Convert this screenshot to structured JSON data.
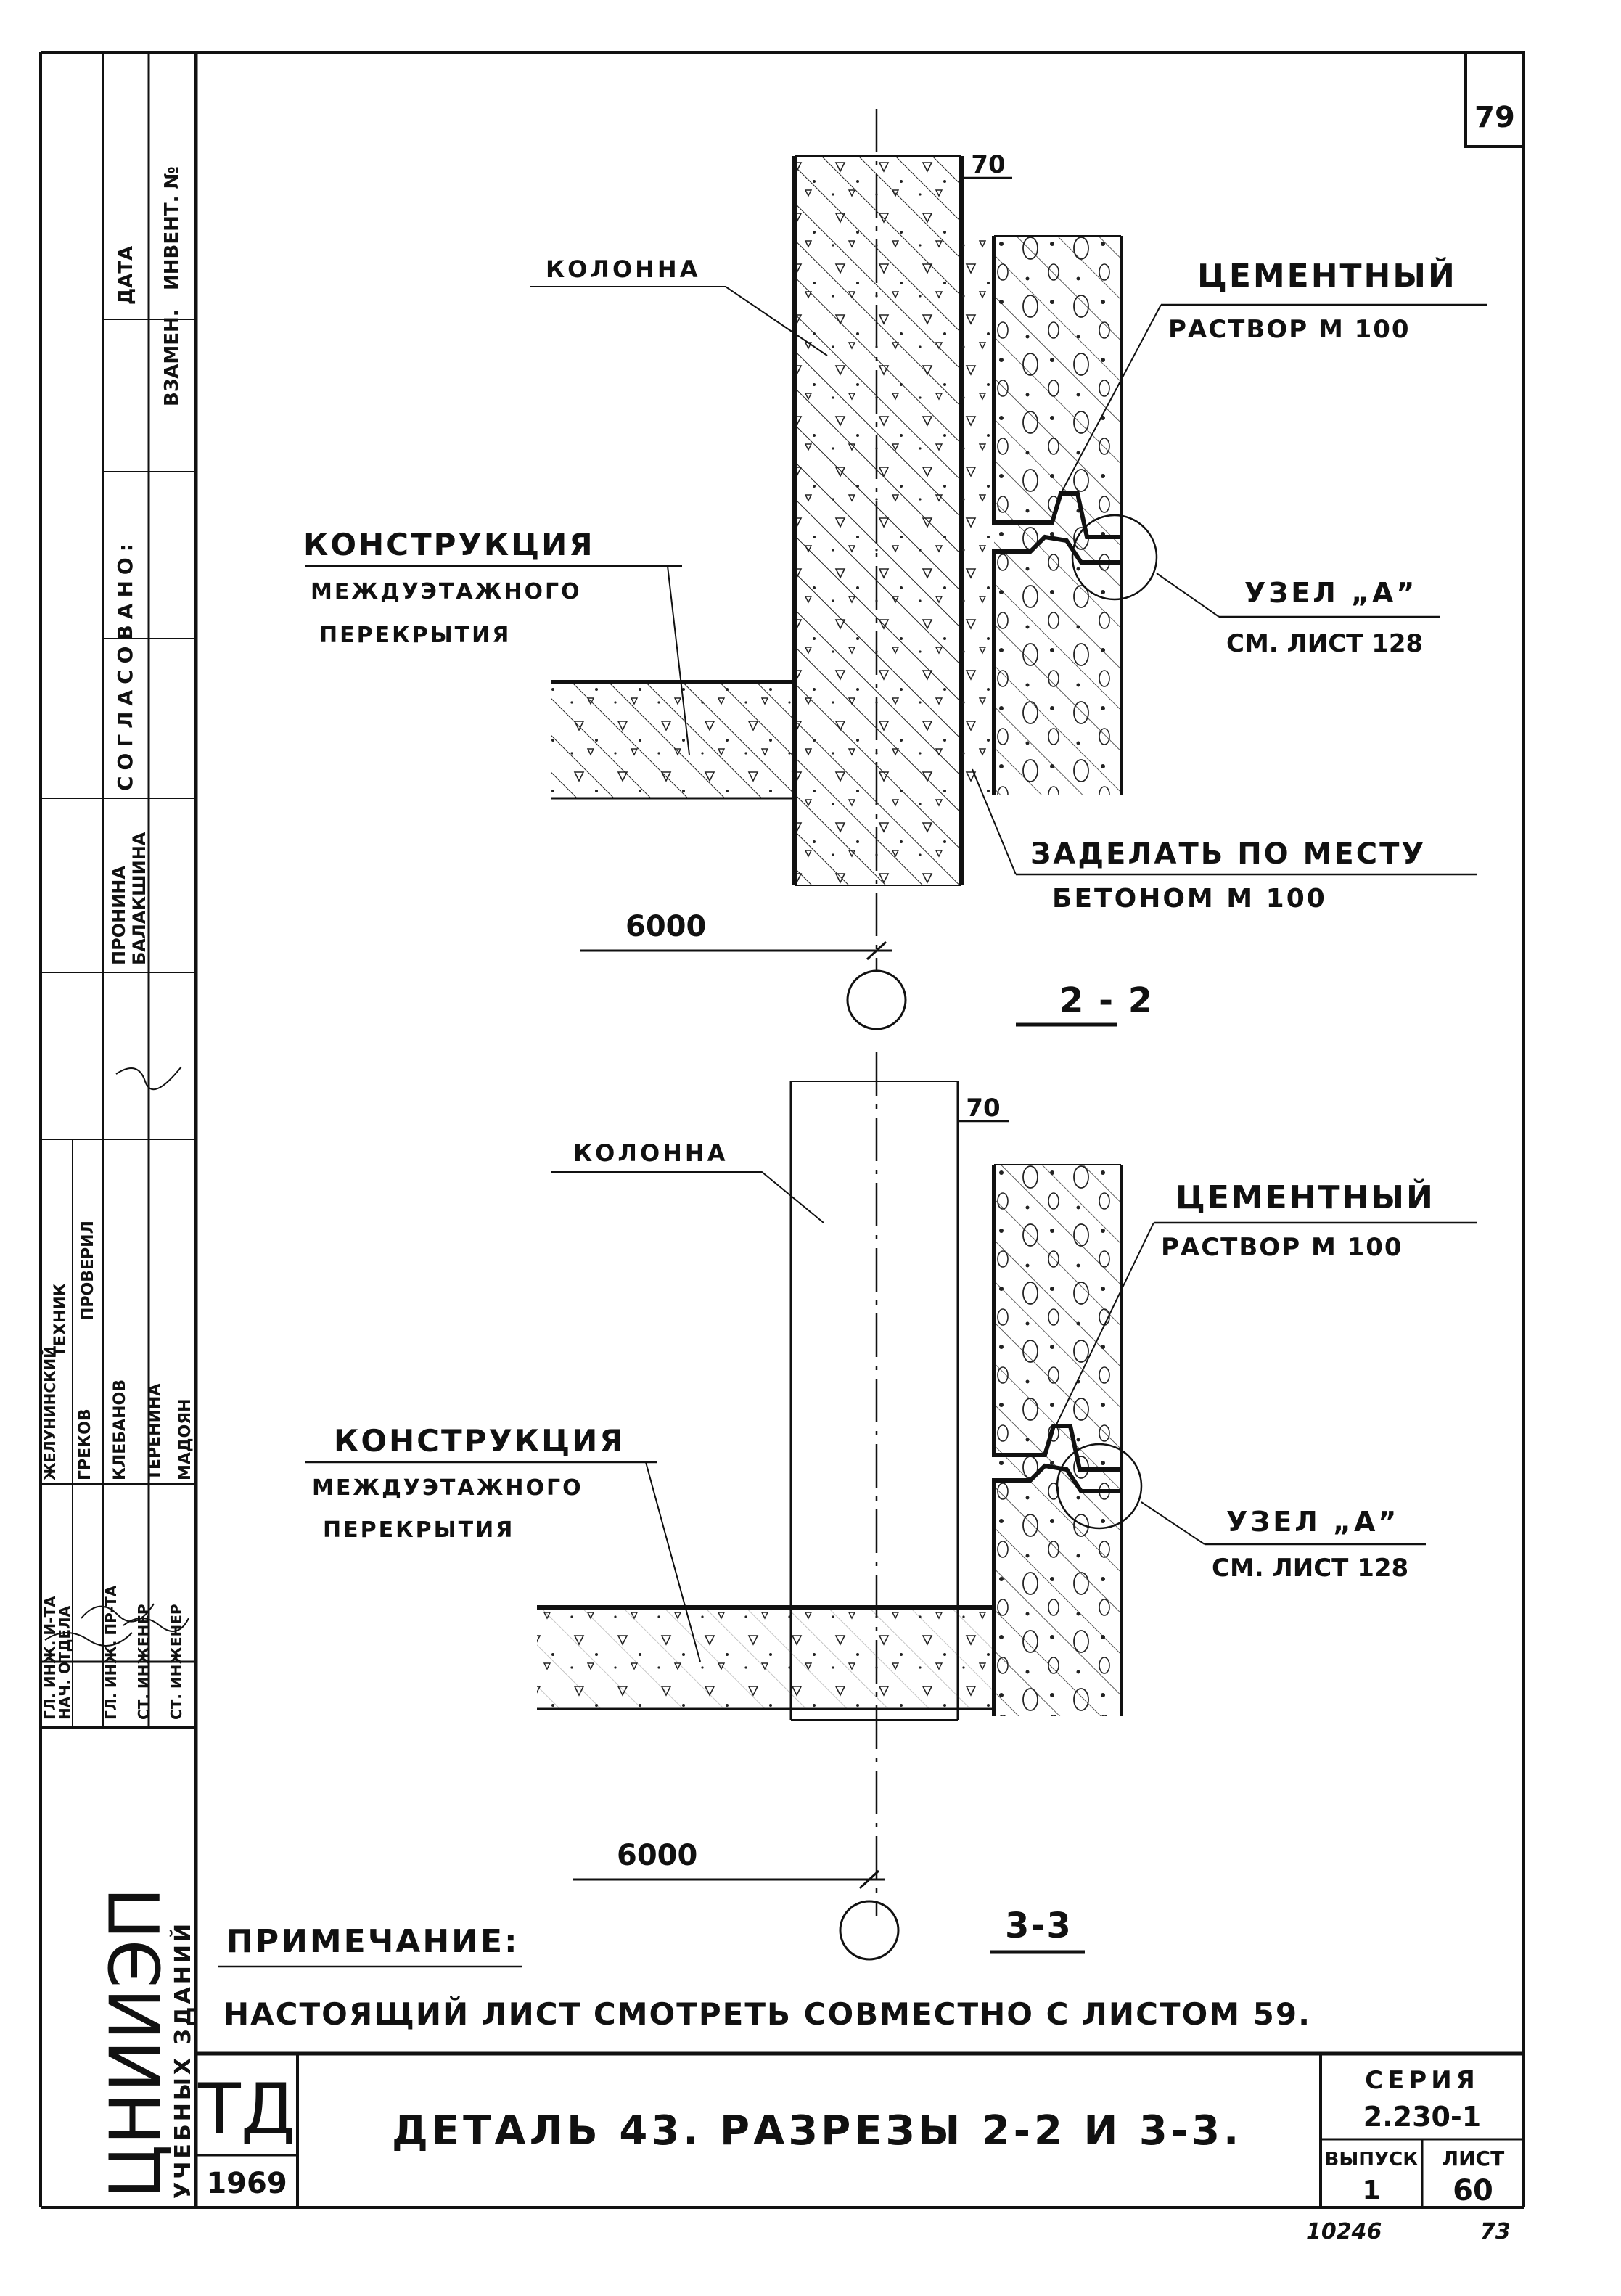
{
  "page_number": "79",
  "section_2_2": {
    "column_label": "КОЛОННА",
    "dimension": "70",
    "mortar_title": "ЦЕМЕНТНЫЙ",
    "mortar_sub": "РАСТВОР   М 100",
    "floor_l1": "КОНСТРУКЦИЯ",
    "floor_l2": "МЕЖДУЭТАЖНОГО",
    "floor_l3": "ПЕРЕКРЫТИЯ",
    "node_title": "УЗЕЛ „А”",
    "node_ref": "СМ. ЛИСТ 128",
    "fill_l1": "ЗАДЕЛАТЬ ПО МЕСТУ",
    "fill_l2": "БЕТОНОМ  М 100",
    "axis": "6000",
    "section_label": "2 - 2"
  },
  "section_3_3": {
    "column_label": "КОЛОННА",
    "dimension": "70",
    "mortar_title": "ЦЕМЕНТНЫЙ",
    "mortar_sub": "РАСТВОР   М 100",
    "floor_l1": "КОНСТРУКЦИЯ",
    "floor_l2": "МЕЖДУЭТАЖНОГО",
    "floor_l3": "ПЕРЕКРЫТИЯ",
    "node_title": "УЗЕЛ „А”",
    "node_ref": "СМ. ЛИСТ 128",
    "axis": "6000",
    "section_label": "3-3"
  },
  "note": {
    "title": "ПРИМЕЧАНИЕ:",
    "text": "НАСТОЯЩИЙ ЛИСТ СМОТРЕТЬ СОВМЕСТНО С ЛИСТОМ 59."
  },
  "title_block": {
    "org": "ЦНИИЭП",
    "org_sub": "УЧЕБНЫХ ЗДАНИЙ",
    "td": "ТД",
    "year": "1969",
    "title": "ДЕТАЛЬ 43. РАЗРЕЗЫ 2-2 И 3-3.",
    "series_label": "СЕРИЯ",
    "series_value": "2.230-1",
    "issue_label": "ВЫПУСК",
    "issue_value": "1",
    "sheet_label": "ЛИСТ",
    "sheet_value": "60",
    "footer_left": "10246",
    "footer_right": "73"
  },
  "side_stamp": {
    "inv": "ИНВЕНТ. №",
    "replace": "ВЗАМЕН.",
    "date": "ДАТА",
    "agreed": "СОГЛАСОВАНО:",
    "names_col1": [
      "ПРОНИНА",
      "БАЛАКШИНА"
    ],
    "roles": [
      "ГЛ. ИНЖ. И-ТА",
      "НАЧ. ОТДЕЛА",
      "ГЛ. ИНЖ. ПР-ТА",
      "СТ. ИНЖЕНЕР",
      "СТ. ИНЖЕНЕР"
    ],
    "names": [
      "ЖЕЛУНИНСКИЙ",
      "ГРЕКОВ",
      "КЛЕБАНОВ",
      "ТЕРЕНИНА",
      "МАДОЯН"
    ],
    "tech": "ТЕХНИК",
    "check": "ПРОВЕРИЛ"
  }
}
